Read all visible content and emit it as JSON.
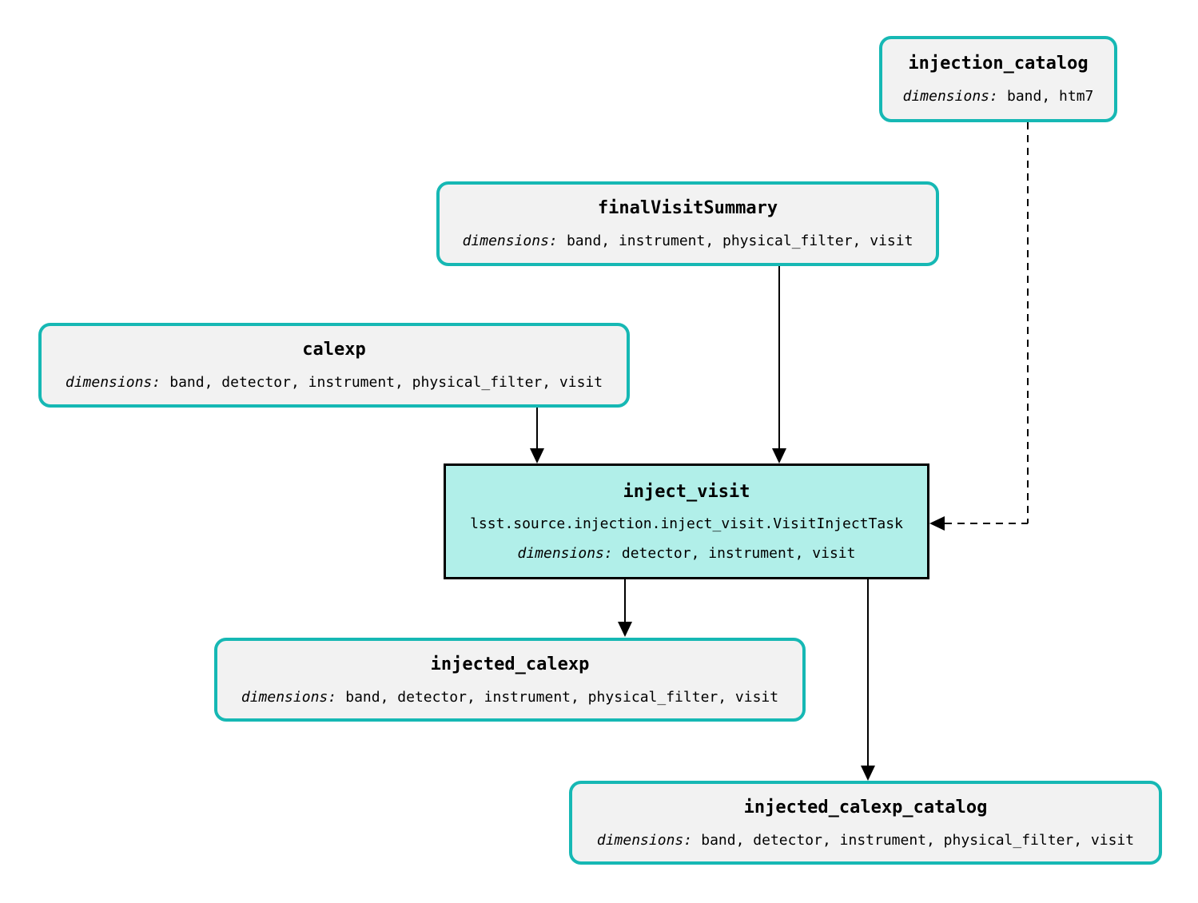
{
  "colors": {
    "background": "#ffffff",
    "dataset_border": "#16b8b4",
    "dataset_fill": "#f2f2f2",
    "task_border": "#000000",
    "task_fill": "#b1efe9",
    "edge": "#000000"
  },
  "nodes": {
    "injection_catalog": {
      "type": "dataset",
      "title": "injection_catalog",
      "dimensions_label": "dimensions:",
      "dimensions": "band, htm7"
    },
    "finalVisitSummary": {
      "type": "dataset",
      "title": "finalVisitSummary",
      "dimensions_label": "dimensions:",
      "dimensions": "band, instrument, physical_filter, visit"
    },
    "calexp": {
      "type": "dataset",
      "title": "calexp",
      "dimensions_label": "dimensions:",
      "dimensions": "band, detector, instrument, physical_filter, visit"
    },
    "inject_visit": {
      "type": "task",
      "title": "inject_visit",
      "task_class": "lsst.source.injection.inject_visit.VisitInjectTask",
      "dimensions_label": "dimensions:",
      "dimensions": "detector, instrument, visit"
    },
    "injected_calexp": {
      "type": "dataset",
      "title": "injected_calexp",
      "dimensions_label": "dimensions:",
      "dimensions": "band, detector, instrument, physical_filter, visit"
    },
    "injected_calexp_catalog": {
      "type": "dataset",
      "title": "injected_calexp_catalog",
      "dimensions_label": "dimensions:",
      "dimensions": "band, detector, instrument, physical_filter, visit"
    }
  },
  "edges": [
    {
      "from": "calexp",
      "to": "inject_visit",
      "style": "solid"
    },
    {
      "from": "finalVisitSummary",
      "to": "inject_visit",
      "style": "solid"
    },
    {
      "from": "injection_catalog",
      "to": "inject_visit",
      "style": "dashed"
    },
    {
      "from": "inject_visit",
      "to": "injected_calexp",
      "style": "solid"
    },
    {
      "from": "inject_visit",
      "to": "injected_calexp_catalog",
      "style": "solid"
    }
  ]
}
